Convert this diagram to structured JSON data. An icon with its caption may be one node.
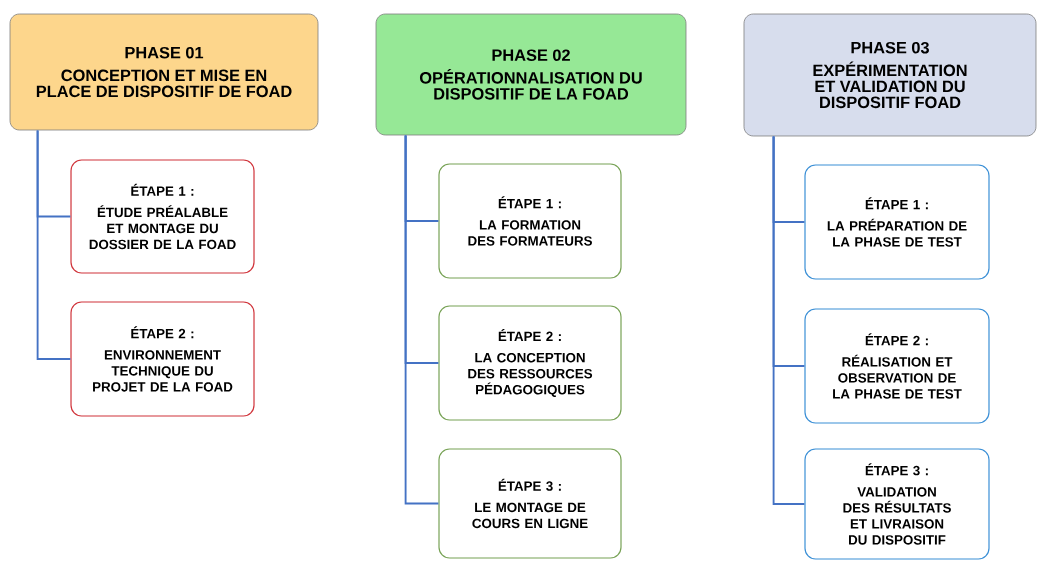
{
  "diagram": {
    "nodes": [
      {
        "text": [
          "PHASE 01",
          "CONCEPTION ET MISE EN PLACE DE DISPOSITIF DE FOAD"
        ]
      },
      {
        "text": [
          "ÉTAPE 1 :",
          "ÉTUDE PRÉALABLE ET MONTAGE DU DOSSIER DE LA FOAD"
        ]
      },
      {
        "text": [
          "ÉTAPE 2 :",
          "ENVIRONNEMENT TECHNIQUE DU PROJET DE LA FOAD"
        ]
      },
      {
        "text": [
          "PHASE 02",
          "OPÉRATIONNALISATION DU DISPOSITIF DE LA FOAD"
        ]
      },
      {
        "text": [
          "ÉTAPE 1 :",
          "LA FORMATION DES FORMATEURS"
        ]
      },
      {
        "text": [
          "ÉTAPE 2 :",
          "LA CONCEPTION DES RESSOURCES PÉDAGOGIQUES"
        ]
      },
      {
        "text": [
          "ÉTAPE 3 :",
          "LE MONTAGE DE COURS EN LIGNE"
        ]
      },
      {
        "text": [
          "PHASE 03",
          "EXPÉRIMENTATION ET VALIDATION DU DISPOSITIF FOAD"
        ]
      },
      {
        "text": [
          "ÉTAPE 1 :",
          "LA PRÉPARATION DE LA PHASE DE TEST"
        ]
      },
      {
        "text": [
          "ÉTAPE 2 :",
          "RÉALISATION ET OBSERVATION DE LA PHASE DE TEST"
        ]
      },
      {
        "text": [
          "ÉTAPE 3 :",
          "VALIDATION DES RÉSULTATS ET LIVRAISON DU DISPOSITIF"
        ]
      }
    ],
    "edges": [
      {
        "from": 0,
        "to": 1,
        "arrow": "none"
      },
      {
        "from": 0,
        "to": 2,
        "arrow": "none"
      },
      {
        "from": 3,
        "to": 4,
        "arrow": "none"
      },
      {
        "from": 3,
        "to": 5,
        "arrow": "none"
      },
      {
        "from": 3,
        "to": 6,
        "arrow": "none"
      },
      {
        "from": 7,
        "to": 8,
        "arrow": "none"
      },
      {
        "from": 7,
        "to": 9,
        "arrow": "none"
      },
      {
        "from": 7,
        "to": 10,
        "arrow": "none"
      }
    ]
  }
}
